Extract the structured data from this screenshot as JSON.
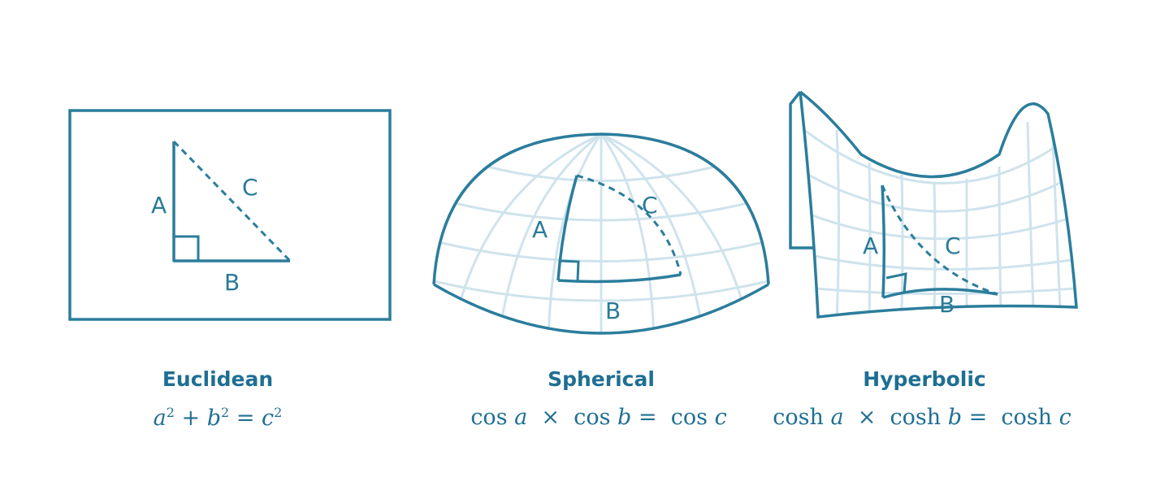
{
  "colors": {
    "outline": "#2b7d9c",
    "grid": "#cfe3ec",
    "text": "#1f6f93"
  },
  "euclidean": {
    "title": "Euclidean",
    "labels": {
      "a": "A",
      "b": "B",
      "c": "C"
    },
    "formula": {
      "a": "a",
      "b": "b",
      "c": "c",
      "exp": "2",
      "plus": "+",
      "equals": "="
    }
  },
  "spherical": {
    "title": "Spherical",
    "labels": {
      "a": "A",
      "b": "B",
      "c": "C"
    },
    "formula": {
      "fn": "cos",
      "a": "a",
      "b": "b",
      "c": "c",
      "times": "×",
      "equals": "="
    }
  },
  "hyperbolic": {
    "title": "Hyperbolic",
    "labels": {
      "a": "A",
      "b": "B",
      "c": "C"
    },
    "formula": {
      "fn": "cosh",
      "a": "a",
      "b": "b",
      "c": "c",
      "times": "×",
      "equals": "="
    }
  }
}
